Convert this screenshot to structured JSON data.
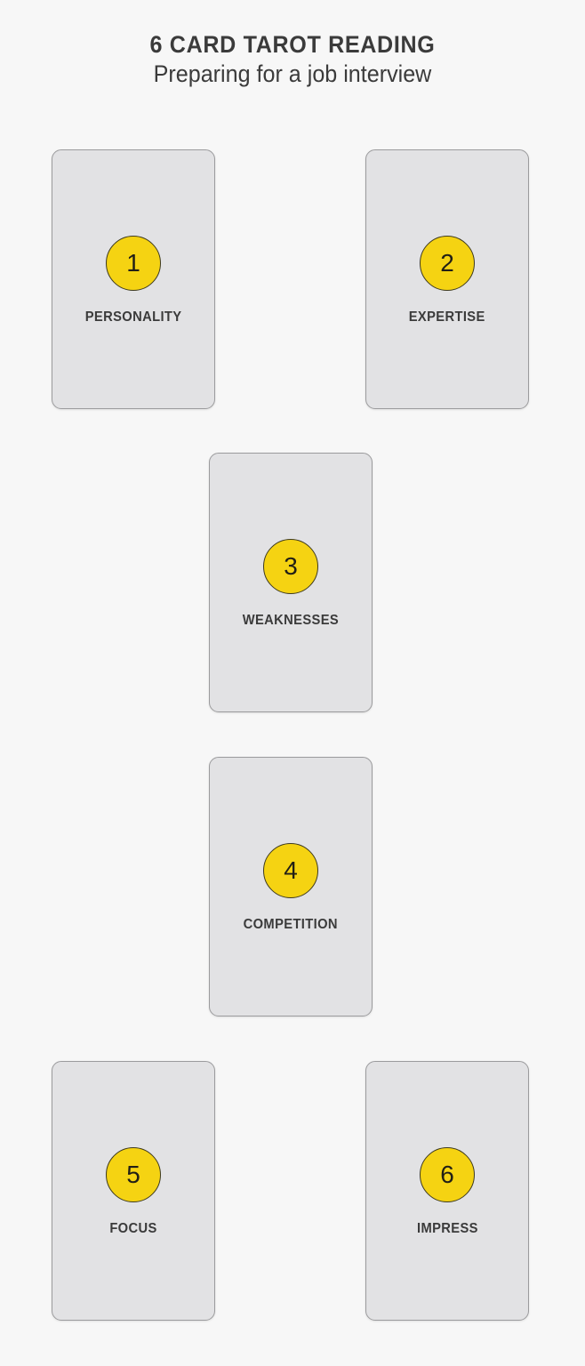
{
  "page": {
    "background_color": "#f7f7f7"
  },
  "header": {
    "title": "6 CARD TAROT READING",
    "subtitle": "Preparing for a job interview"
  },
  "spread": {
    "card_fill_color": "#e2e2e4",
    "card_border_color": "#9b9b9d",
    "badge_color": "#f5d312",
    "badge_border_color": "#3e3a1e",
    "text_color": "#3b3b3b",
    "cards": [
      {
        "number": "1",
        "label": "PERSONALITY"
      },
      {
        "number": "2",
        "label": "EXPERTISE"
      },
      {
        "number": "3",
        "label": "WEAKNESSES"
      },
      {
        "number": "4",
        "label": "COMPETITION"
      },
      {
        "number": "5",
        "label": "FOCUS"
      },
      {
        "number": "6",
        "label": "IMPRESS"
      }
    ]
  }
}
